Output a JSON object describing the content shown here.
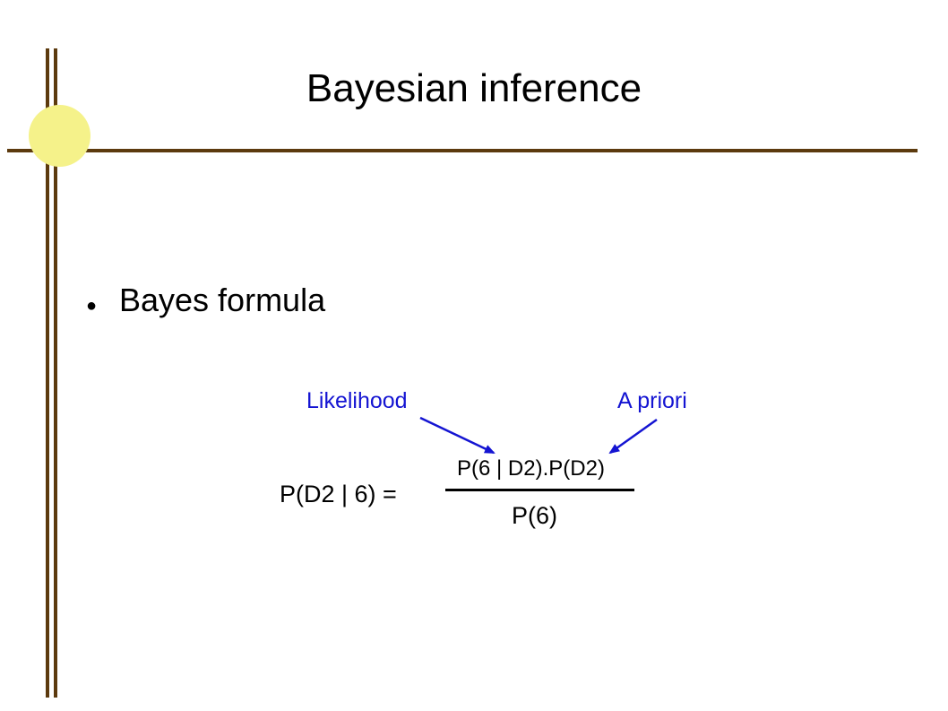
{
  "slide": {
    "title": "Bayesian inference",
    "bullet": {
      "symbol": "●",
      "text": "Bayes formula"
    },
    "formula": {
      "lhs": "P(D2 | 6) =",
      "numerator": "P(6 | D2).P(D2)",
      "denominator": "P(6)"
    },
    "annotations": {
      "likelihood": "Likelihood",
      "a_priori": "A priori"
    }
  },
  "colors": {
    "frame_lines": "#5c3a0e",
    "accent_circle": "#f5f28a",
    "annotation_text": "#1414d2",
    "text": "#000000"
  }
}
